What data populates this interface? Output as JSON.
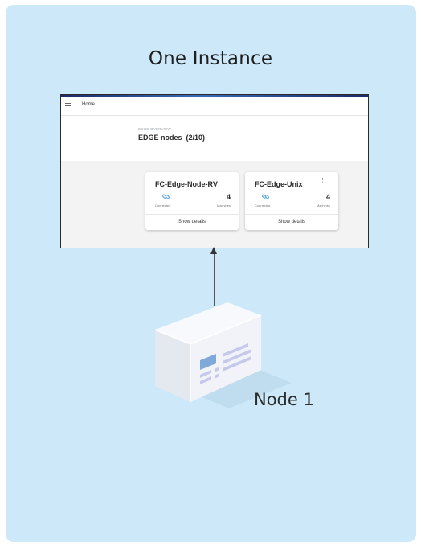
{
  "diagram": {
    "title": "One Instance",
    "node_label": "Node 1"
  },
  "app": {
    "breadcrumb_home": "Home",
    "overview_label": "EDGE OVERVIEW",
    "overview_title": "EDGE nodes",
    "overview_count": "(2/10)",
    "nodes": [
      {
        "name": "FC-Edge-Node-RV",
        "status": "Connected",
        "machines_count": "4",
        "machines_label": "Machines",
        "details_label": "Show details",
        "menu_icon": "more-vert-icon",
        "status_icon": "link-icon"
      },
      {
        "name": "FC-Edge-Unix",
        "status": "Connected",
        "machines_count": "4",
        "machines_label": "Machines",
        "details_label": "Show details",
        "menu_icon": "more-vert-icon",
        "status_icon": "link-icon"
      }
    ]
  },
  "colors": {
    "panel_background": "#cde9f9",
    "accent_blue": "#5aa7e0"
  }
}
